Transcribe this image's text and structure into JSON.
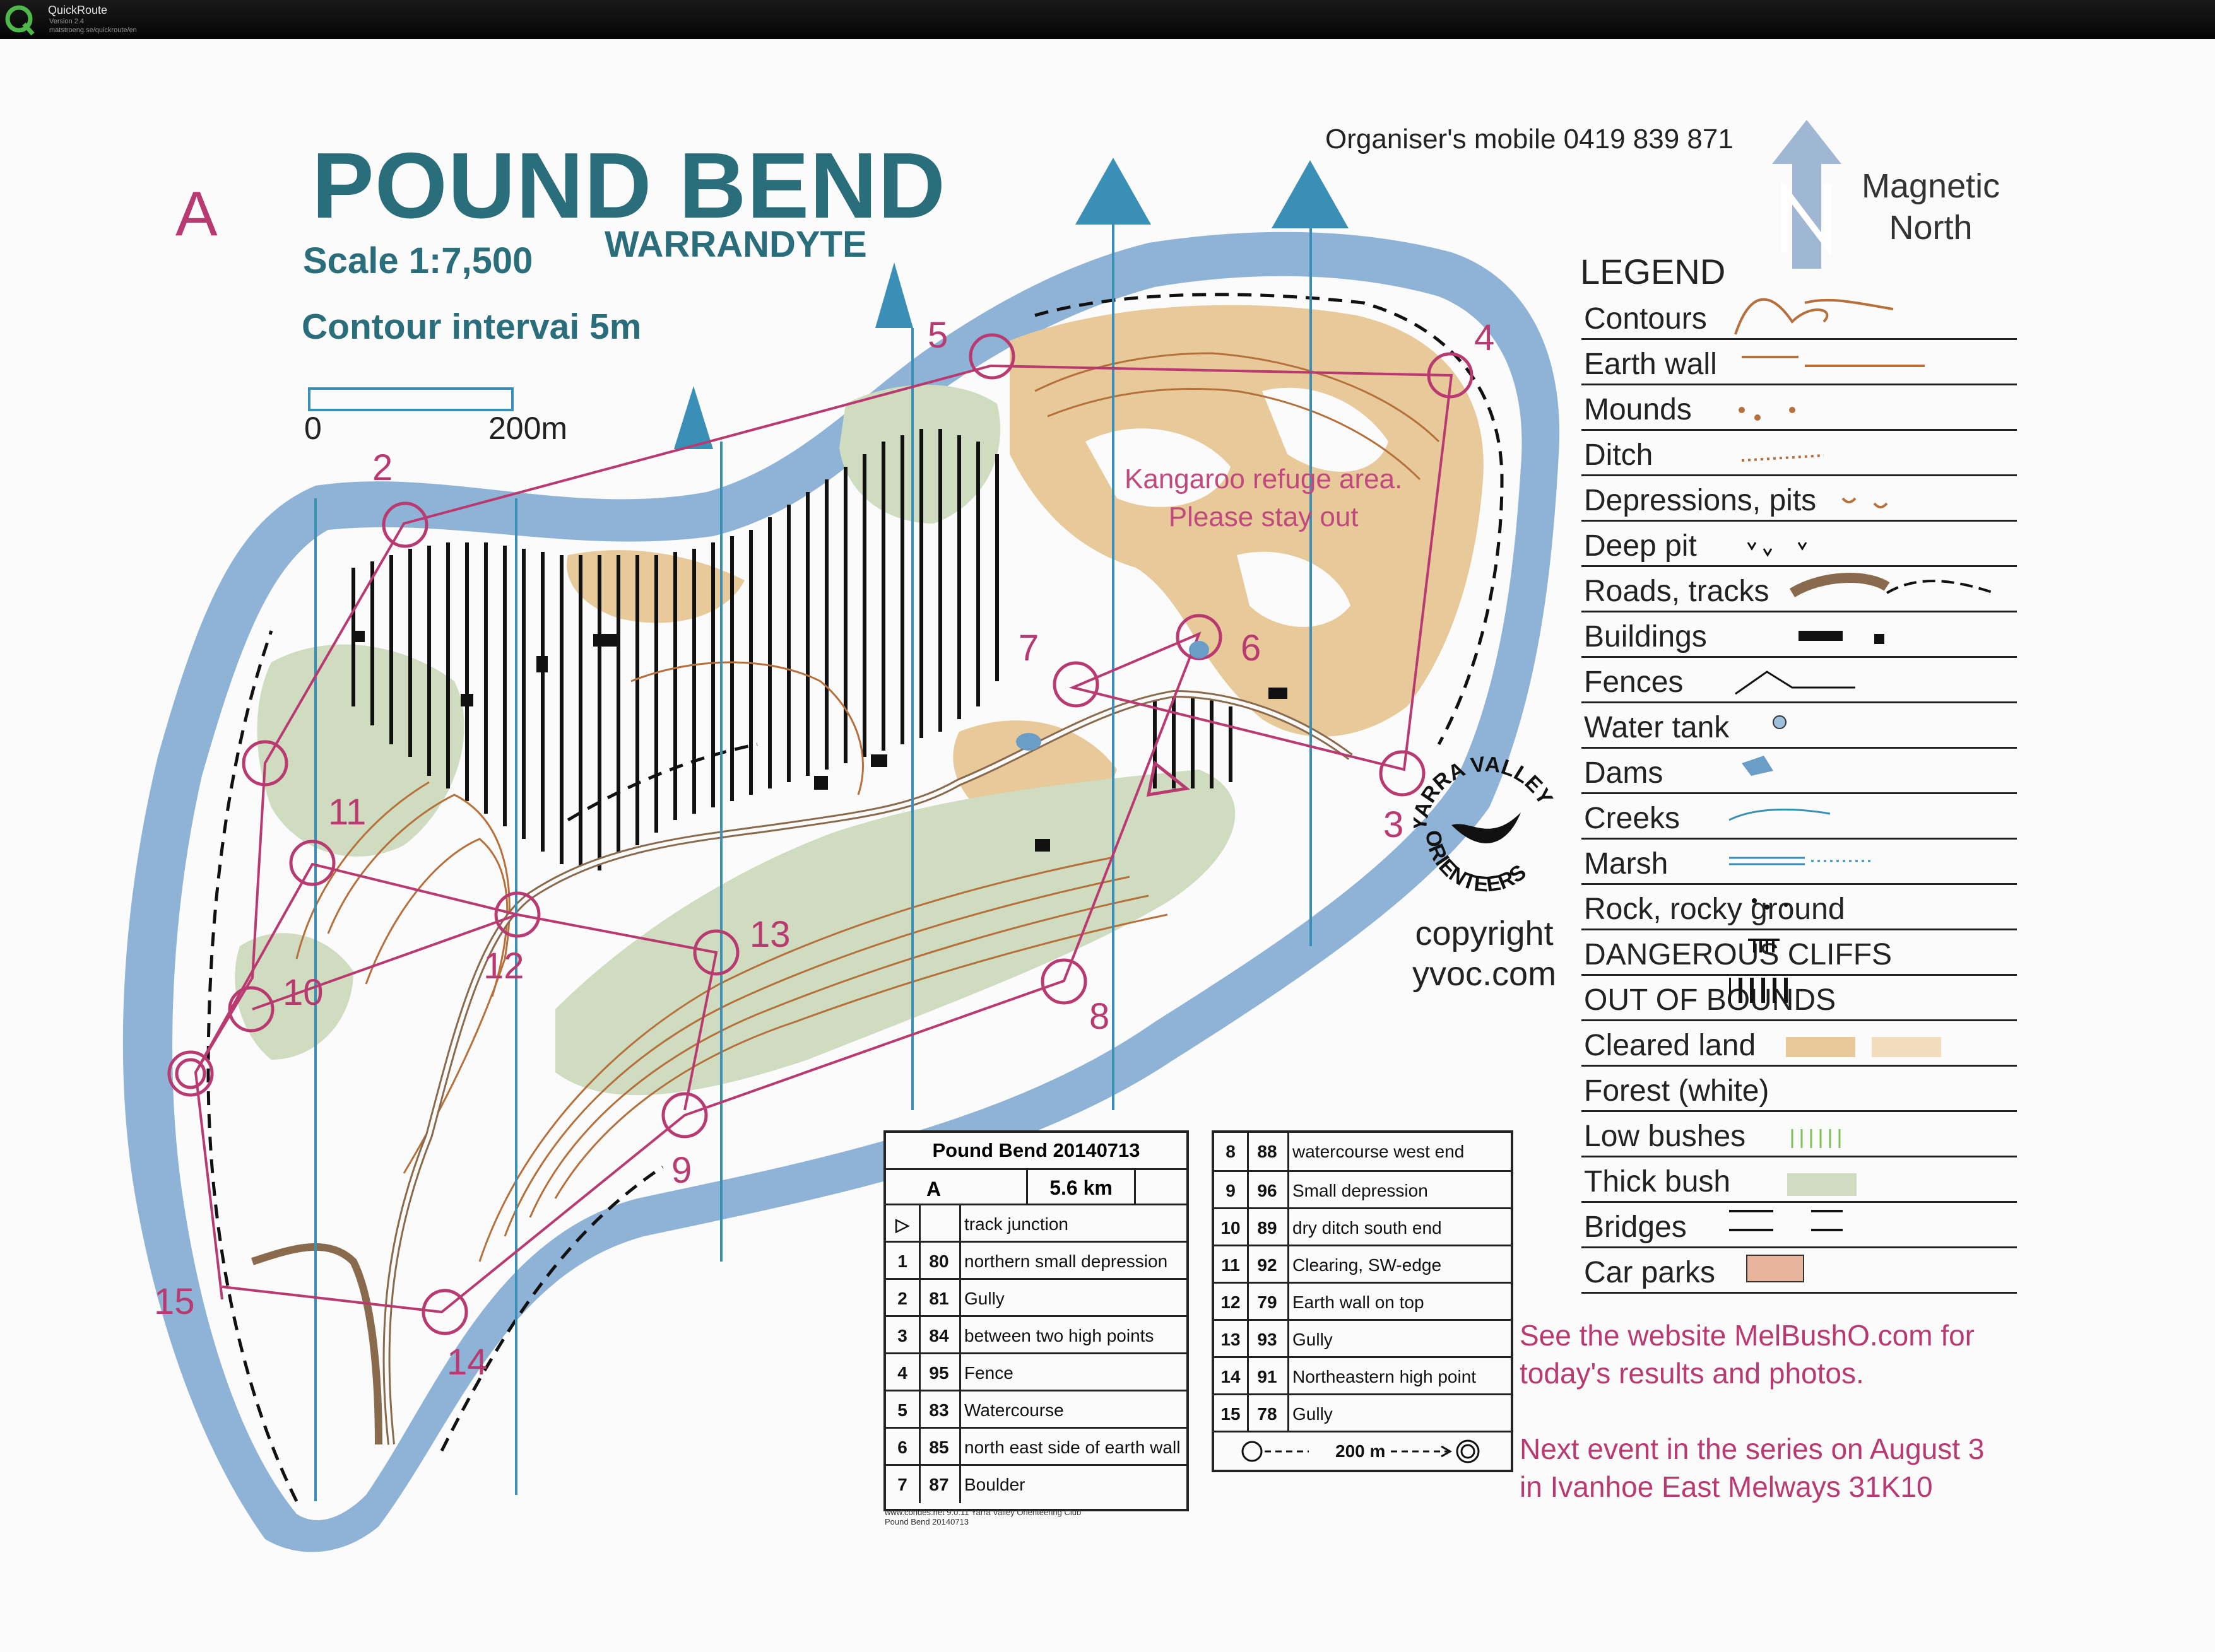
{
  "app": {
    "name": "QuickRoute",
    "version": "Version 2.4",
    "url": "matstroeng.se/quickroute/en"
  },
  "map": {
    "course_letter": "A",
    "title": "POUND BEND",
    "subtitle": "WARRANDYTE",
    "scale": "Scale 1:7,500",
    "contour_interval": "Contour intervai 5m",
    "scalebar_start": "0",
    "scalebar_end": "200m",
    "organiser": "Organiser's mobile 0419 839 871",
    "north_line1": "Magnetic",
    "north_line2": "North",
    "refuge_line1": "Kangaroo refuge area.",
    "refuge_line2": "Please stay out",
    "copyright_line1": "copyright",
    "copyright_line2": "yvoc.com",
    "club_top": "YARRA VALLEY",
    "club_bottom": "ORIENTEERS",
    "website_line1": "See the website MelBushO.com for",
    "website_line2": "today's results and photos.",
    "next_line1": "Next event in the series on August 3",
    "next_line2": "in Ivanhoe East Melways 31K10",
    "controls": [
      "2",
      "4",
      "5",
      "6",
      "7",
      "3",
      "8",
      "9",
      "10",
      "11",
      "12",
      "13",
      "14",
      "15"
    ]
  },
  "legend": {
    "title": "LEGEND",
    "items": [
      "Contours",
      "Earth wall",
      "Mounds",
      "Ditch",
      "Depressions, pits",
      "Deep pit",
      "Roads, tracks",
      "Buildings",
      "Fences",
      "Water tank",
      "Dams",
      "Creeks",
      "Marsh",
      "Rock, rocky ground",
      "DANGEROUS CLIFFS",
      "OUT OF BOUNDS",
      "Cleared land",
      "Forest (white)",
      "Low bushes",
      "Thick bush",
      "Bridges",
      "Car parks"
    ]
  },
  "descriptions": {
    "title": "Pound Bend 20140713",
    "course": "A",
    "length": "5.6 km",
    "start": "track junction",
    "left": [
      {
        "n": "1",
        "code": "80",
        "desc": "northern small depression"
      },
      {
        "n": "2",
        "code": "81",
        "desc": "Gully"
      },
      {
        "n": "3",
        "code": "84",
        "desc": "between two high points"
      },
      {
        "n": "4",
        "code": "95",
        "desc": "Fence"
      },
      {
        "n": "5",
        "code": "83",
        "desc": "Watercourse"
      },
      {
        "n": "6",
        "code": "85",
        "desc": "north east side of earth wall"
      },
      {
        "n": "7",
        "code": "87",
        "desc": "Boulder"
      }
    ],
    "right": [
      {
        "n": "8",
        "code": "88",
        "desc": "watercourse west end"
      },
      {
        "n": "9",
        "code": "96",
        "desc": "Small depression"
      },
      {
        "n": "10",
        "code": "89",
        "desc": "dry ditch south end"
      },
      {
        "n": "11",
        "code": "92",
        "desc": "Clearing, SW-edge"
      },
      {
        "n": "12",
        "code": "79",
        "desc": "Earth wall on top"
      },
      {
        "n": "13",
        "code": "93",
        "desc": "Gully"
      },
      {
        "n": "14",
        "code": "91",
        "desc": "Northeastern high point"
      },
      {
        "n": "15",
        "code": "78",
        "desc": "Gully"
      }
    ],
    "finish": "200 m",
    "footer_line1": "www.condes.net 9.0.11 Yarra Valley Orienteering Club",
    "footer_line2": "Pound Bend 20140713"
  },
  "colors": {
    "course": "#b83a70",
    "title": "#2b6e7b",
    "water": "#8fb3d6",
    "cleared": "#e8c99a",
    "thick_bush": "#cfdcc0",
    "contour": "#b5703c",
    "north_line": "#3a8fb6"
  }
}
